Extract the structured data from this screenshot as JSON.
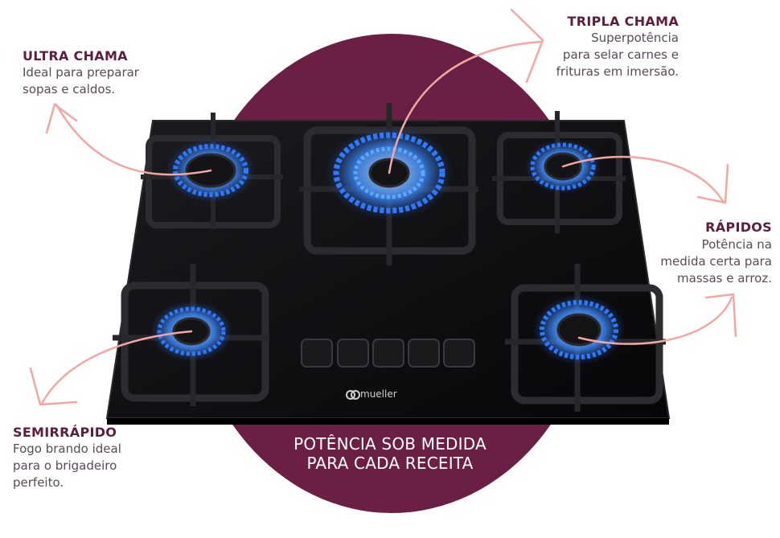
{
  "labels": {
    "ultra": {
      "title": "ULTRA CHAMA",
      "lines": [
        "Ideal para preparar",
        "sopas e caldos."
      ]
    },
    "tripla": {
      "title": "TRIPLA CHAMA",
      "lines": [
        "Superpotência",
        "para selar carnes e",
        "frituras em imersão."
      ]
    },
    "rapidos": {
      "title": "RÁPIDOS",
      "lines": [
        "Potência na",
        "medida certa para",
        "massas e arroz."
      ]
    },
    "semi": {
      "title": "SEMIRRÁPIDO",
      "lines": [
        "Fogo brando ideal",
        "para o brigadeiro",
        "perfeito."
      ]
    }
  },
  "tagline": [
    "POTÊNCIA SOB MEDIDA",
    "PARA CADA RECEITA"
  ],
  "brand": "mueller",
  "colors": {
    "accent_circle": "#6b1f45",
    "title_text": "#5c1d3e",
    "arrow": "#f2a7a3",
    "flame": "#3f8dff",
    "glass": "#111114"
  }
}
